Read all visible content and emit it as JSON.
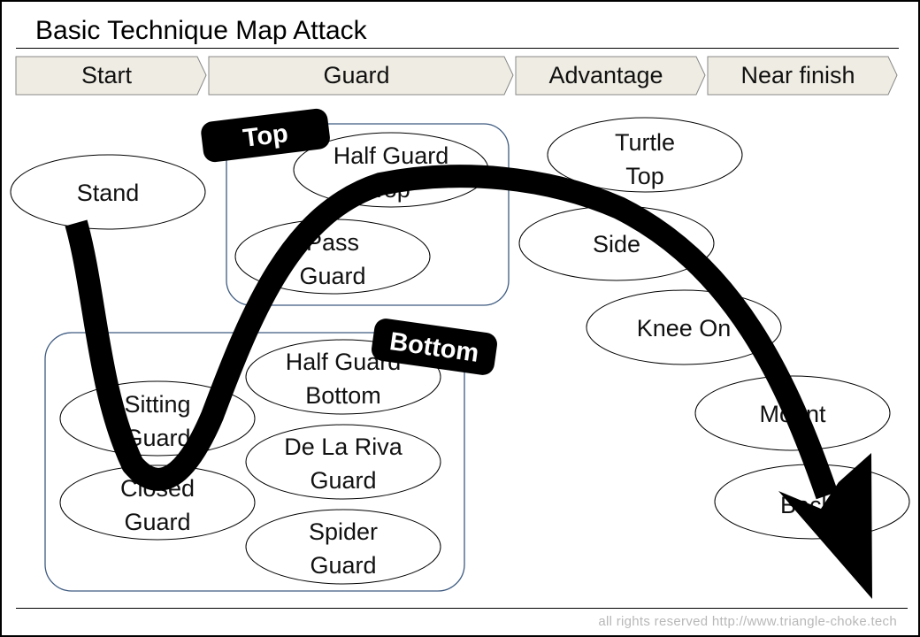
{
  "title": "Basic Technique Map Attack",
  "phases": [
    "Start",
    "Guard",
    "Advantage",
    "Near finish"
  ],
  "tags": {
    "top": "Top",
    "bottom": "Bottom"
  },
  "positions": {
    "stand": [
      "Stand"
    ],
    "half_guard_top": [
      "Half Guard",
      "Top"
    ],
    "pass_guard": [
      "Pass",
      "Guard"
    ],
    "turtle_top": [
      "Turtle",
      "Top"
    ],
    "side": [
      "Side"
    ],
    "knee_on": [
      "Knee On"
    ],
    "mount": [
      "Mount"
    ],
    "back": [
      "Back"
    ],
    "half_guard_bottom": [
      "Half Guard",
      "Bottom"
    ],
    "sitting_guard": [
      "Sitting",
      "Guard"
    ],
    "de_la_riva_guard": [
      "De La Riva",
      "Guard"
    ],
    "closed_guard": [
      "Closed",
      "Guard"
    ],
    "spider_guard": [
      "Spider",
      "Guard"
    ]
  },
  "footer": "all rights reserved  http://www.triangle-choke.tech",
  "colors": {
    "phase_fill": "#efede3",
    "group_border": "#3d5a80",
    "arrow": "#000000",
    "footer": "#b8b8b8"
  }
}
